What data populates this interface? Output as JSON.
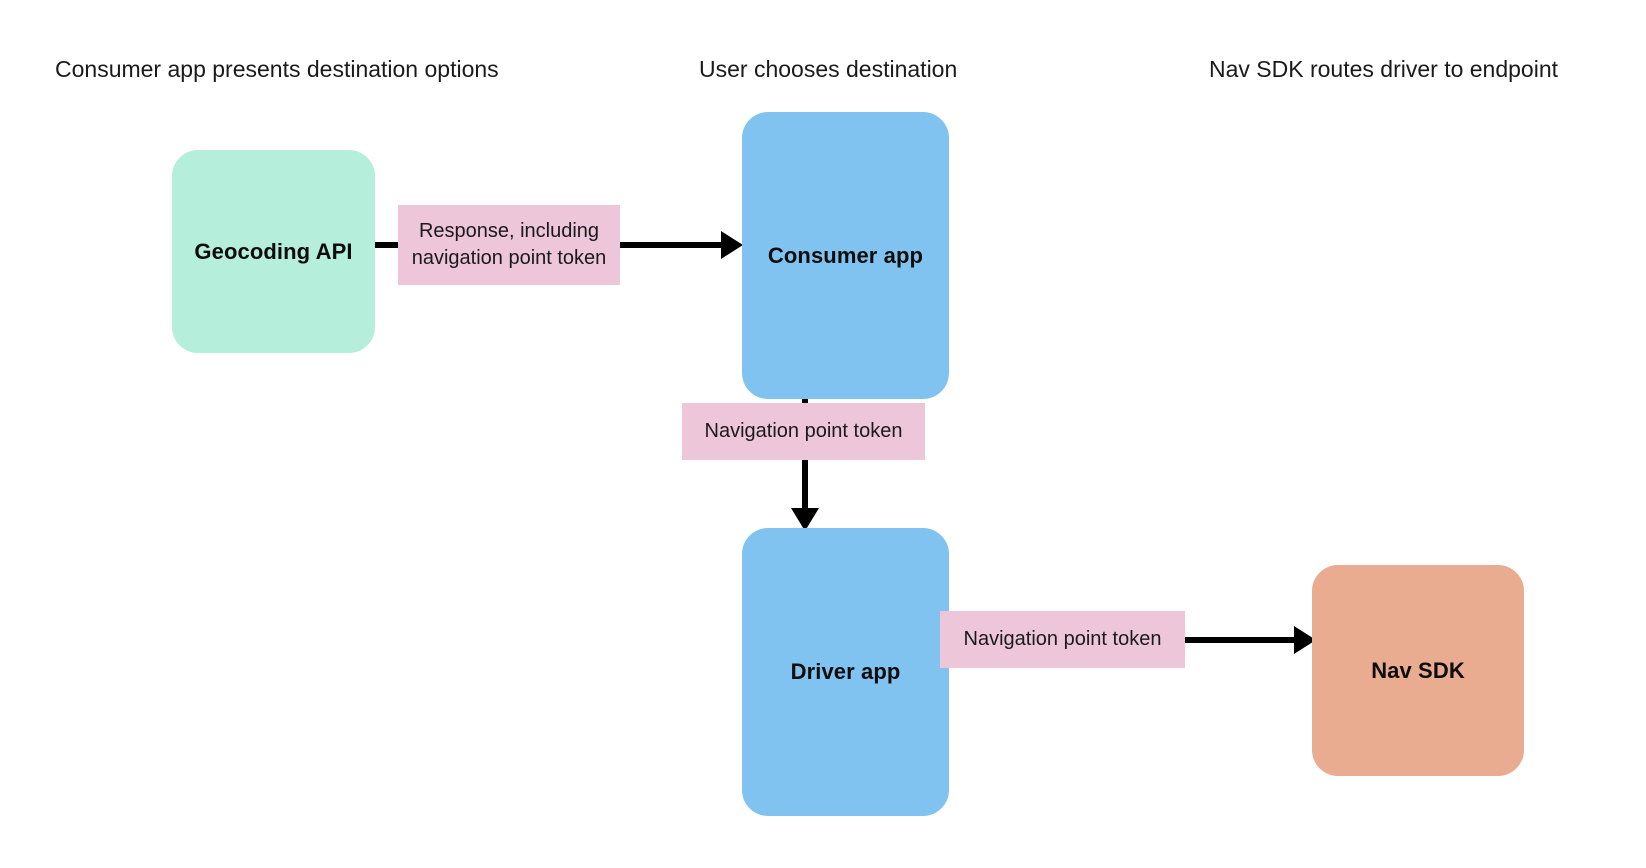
{
  "diagram": {
    "title_headers": [
      {
        "id": "consumer-column",
        "label": "Consumer app presents destination options"
      },
      {
        "id": "user-column",
        "label": "User chooses destination"
      },
      {
        "id": "navsdk-column",
        "label": "Nav SDK routes driver to endpoint"
      }
    ],
    "nodes": [
      {
        "id": "geocoding-api",
        "label": "Geocoding API",
        "color": "#B6EEDC"
      },
      {
        "id": "consumer-app",
        "label": "Consumer app",
        "color": "#80C3F0"
      },
      {
        "id": "driver-app",
        "label": "Driver app",
        "color": "#80C3F0"
      },
      {
        "id": "nav-sdk",
        "label": "Nav SDK",
        "color": "#EAAC91"
      }
    ],
    "edge_labels": [
      {
        "id": "response-label",
        "label": "Response, including navigation point token",
        "color": "#EEC6DA"
      },
      {
        "id": "nav-token-consumer-driver",
        "label": "Navigation point token",
        "color": "#EEC6DA"
      },
      {
        "id": "nav-token-driver-navsdk",
        "label": "Navigation point token",
        "color": "#EEC6DA"
      }
    ],
    "edges": [
      {
        "id": "geocoding-to-consumer",
        "from": "geocoding-api",
        "to": "consumer-app",
        "direction": "right",
        "color": "#000000"
      },
      {
        "id": "consumer-to-driver",
        "from": "consumer-app",
        "to": "driver-app",
        "direction": "down",
        "color": "#000000"
      },
      {
        "id": "driver-to-navsdk",
        "from": "driver-app",
        "to": "nav-sdk",
        "direction": "right",
        "color": "#000000"
      }
    ],
    "background": "#FFFFFF"
  }
}
